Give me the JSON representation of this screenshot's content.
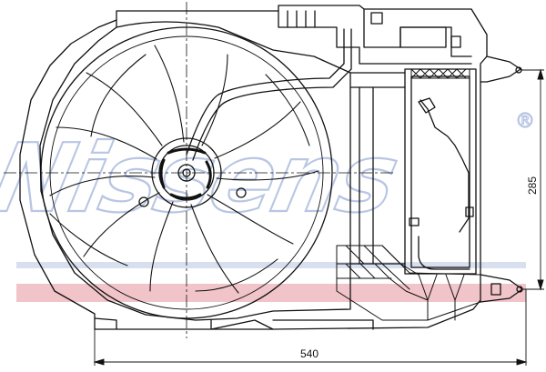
{
  "watermark": {
    "text": "Nissens",
    "registered_mark": "®",
    "stripe_color": "#f1c4c9",
    "outline_color": "#b9c6e3"
  },
  "dimensions": {
    "width_label": "540",
    "height_label": "285"
  },
  "colors": {
    "line": "#111111",
    "background": "#ffffff"
  }
}
